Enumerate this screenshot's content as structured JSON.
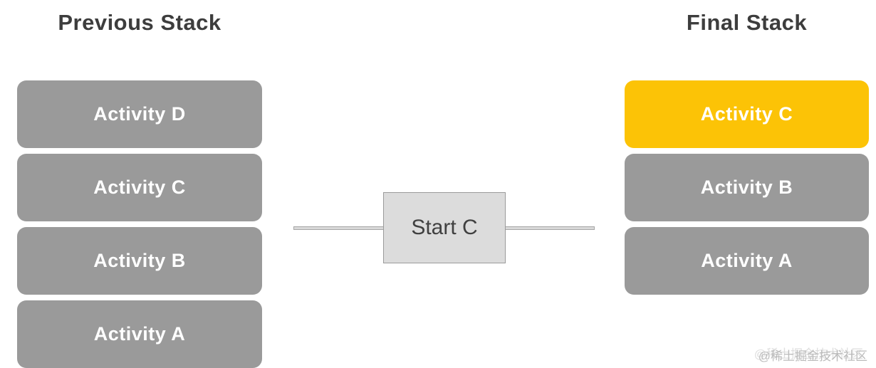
{
  "previous_stack": {
    "title": "Previous Stack",
    "items": [
      {
        "label": "Activity D",
        "highlight": false
      },
      {
        "label": "Activity C",
        "highlight": false
      },
      {
        "label": "Activity B",
        "highlight": false
      },
      {
        "label": "Activity A",
        "highlight": false
      }
    ]
  },
  "final_stack": {
    "title": "Final Stack",
    "items": [
      {
        "label": "Activity C",
        "highlight": true
      },
      {
        "label": "Activity B",
        "highlight": false
      },
      {
        "label": "Activity A",
        "highlight": false
      }
    ]
  },
  "transition": {
    "label": "Start C"
  },
  "watermark": {
    "text": "@稀土掘金技术社区"
  },
  "colors": {
    "canvas-bg": "#ffffff",
    "title-text": "#3d3d3d",
    "box-gray": "#9a9a9a",
    "box-highlight": "#fcc306",
    "box-text": "#ffffff",
    "transition-fill": "#dcdcdc",
    "transition-border": "#9b9b9b",
    "transition-text": "#404040",
    "connector-line": "#d9d9d9",
    "connector-border": "#a6a6a6",
    "watermark-text": "#b0b0b0"
  }
}
